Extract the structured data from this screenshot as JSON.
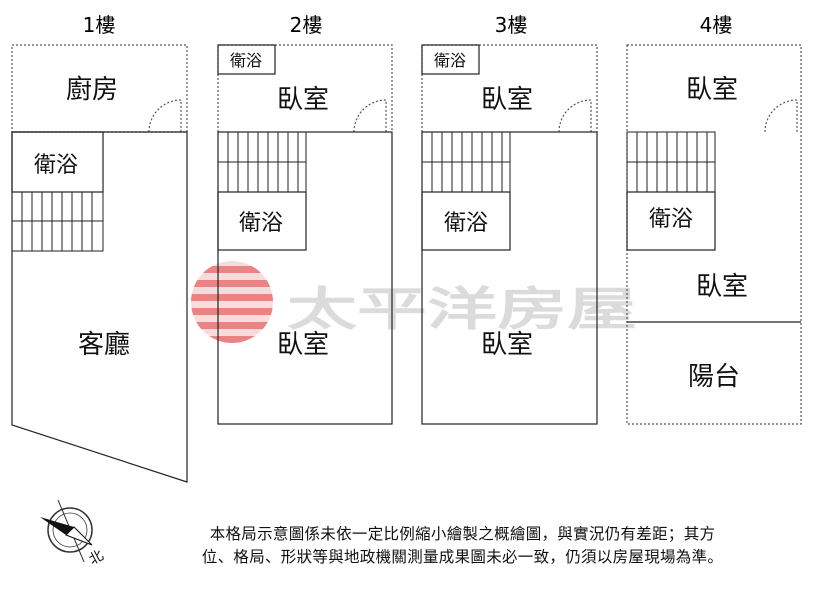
{
  "floors": [
    {
      "title": "1樓",
      "rooms": {
        "kitchen": "廚房",
        "bath": "衛浴",
        "living": "客廳"
      }
    },
    {
      "title": "2樓",
      "rooms": {
        "bath_tag": "衛浴",
        "bedroom_top": "臥室",
        "bath": "衛浴",
        "bedroom_main": "臥室"
      }
    },
    {
      "title": "3樓",
      "rooms": {
        "bath_tag": "衛浴",
        "bedroom_top": "臥室",
        "bath": "衛浴",
        "bedroom_main": "臥室"
      }
    },
    {
      "title": "4樓",
      "rooms": {
        "bedroom_top": "臥室",
        "bath": "衛浴",
        "bedroom_mid": "臥室",
        "balcony": "陽台"
      }
    }
  ],
  "watermark": "太平洋房屋",
  "disclaimer": {
    "line1": "本格局示意圖係未依一定比例縮小繪製之概繪圖，與實況仍有差距；其方",
    "line2": "位、格局、形狀等與地政機關測量成果圖未必一致，仍須以房屋現場為準。"
  },
  "compass": {
    "north_label": "北",
    "icon": "compass-north-arrow-icon"
  },
  "colors": {
    "line": "#222222",
    "dotted": "#555555",
    "watermark_red": "#e23b3b",
    "watermark_text": "#cfcfcf"
  }
}
